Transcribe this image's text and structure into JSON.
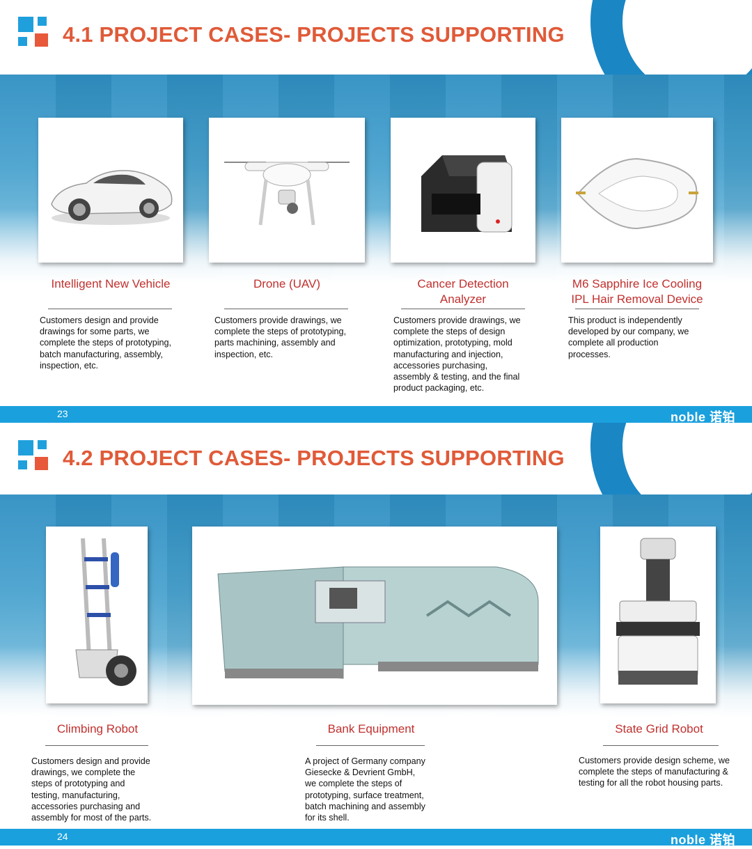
{
  "brand": {
    "logo_text": "noble",
    "logo_cn": "诺铂"
  },
  "colors": {
    "accent_blue": "#1aa0dd",
    "title_red": "#e05a38",
    "caption_red": "#c0302e",
    "arc_blue": "#1a86c4"
  },
  "page1": {
    "title": "4.1 PROJECT CASES- PROJECTS SUPPORTING",
    "page_number": "23",
    "cases": [
      {
        "image": "sports-car-image",
        "title": "Intelligent New Vehicle",
        "description": "Customers design and provide\ndrawings for some parts, we\ncomplete the steps of prototyping,\nbatch manufacturing, assembly,\ninspection, etc."
      },
      {
        "image": "drone-image",
        "title": "Drone (UAV)",
        "description": "Customers provide drawings, we\ncomplete the steps of prototyping,\nparts machining, assembly and\ninspection, etc."
      },
      {
        "image": "analyzer-image",
        "title": "Cancer Detection\nAnalyzer",
        "description": "Customers provide drawings, we\ncomplete the steps of design\noptimization, prototyping, mold\nmanufacturing and injection,\naccessories purchasing,\nassembly & testing, and the final\nproduct packaging, etc."
      },
      {
        "image": "hair-removal-device-image",
        "title": "M6 Sapphire Ice Cooling\nIPL Hair Removal Device",
        "description": "This product is independently\ndeveloped by our company, we\ncomplete all production\nprocesses."
      }
    ]
  },
  "page2": {
    "title": "4.2 PROJECT CASES- PROJECTS SUPPORTING",
    "page_number": "24",
    "cases": [
      {
        "image": "climbing-robot-image",
        "title": "Climbing Robot",
        "description": "Customers design and provide\ndrawings, we complete the\nsteps of prototyping and\ntesting, manufacturing,\naccessories purchasing and\nassembly for most of the parts."
      },
      {
        "image": "bank-equipment-image",
        "title": "Bank Equipment",
        "description": "A project of Germany company\nGiesecke & Devrient GmbH,\nwe complete the steps of\nprototyping, surface treatment,\nbatch machining and assembly\nfor its shell."
      },
      {
        "image": "state-grid-robot-image",
        "title": "State Grid Robot",
        "description": "Customers provide design scheme, we\ncomplete the steps of manufacturing &\ntesting  for all the robot housing parts."
      }
    ]
  }
}
